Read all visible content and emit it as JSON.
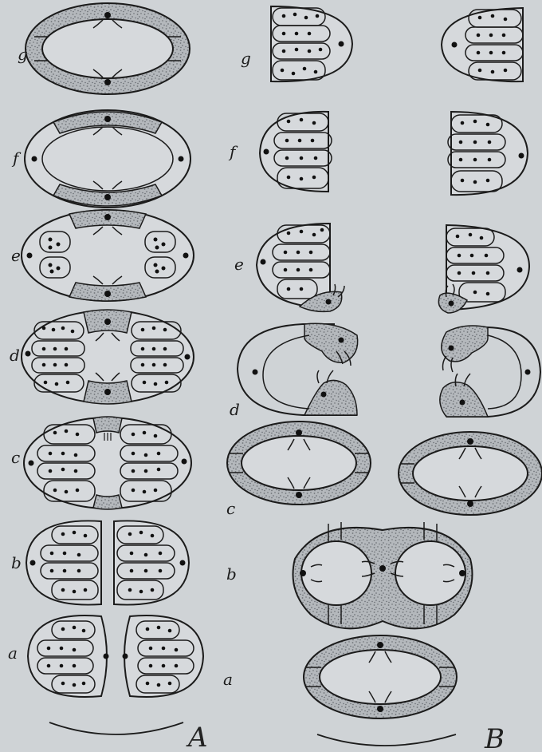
{
  "column_a": {
    "caption": "A",
    "stage_labels": [
      "g",
      "f",
      "e",
      "d",
      "c",
      "b",
      "a"
    ]
  },
  "column_b": {
    "caption": "B",
    "stage_labels": [
      "g",
      "f",
      "e",
      "d",
      "c",
      "b",
      "a"
    ]
  },
  "colors": {
    "paper": "#cfd3d6",
    "ink": "#1b1b1b",
    "stipple": "#8c9095"
  }
}
